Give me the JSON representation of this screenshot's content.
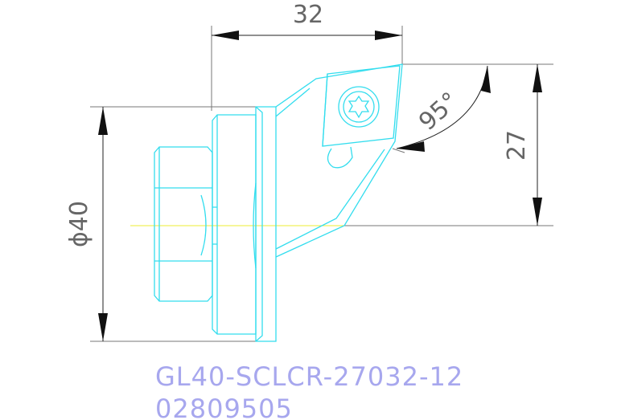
{
  "dimensions": {
    "length": "32",
    "height": "27",
    "angle": "95°",
    "diameter": "ϕ40"
  },
  "title_block": {
    "part_code": "GL40-SCLCR-27032-12",
    "order_number": "02809505"
  },
  "colors": {
    "part_outline": "#33ddee",
    "dimension_line": "#222222",
    "center_line": "#eeee33",
    "title_text": "#a7a7ee",
    "dimension_text": "#666666"
  }
}
